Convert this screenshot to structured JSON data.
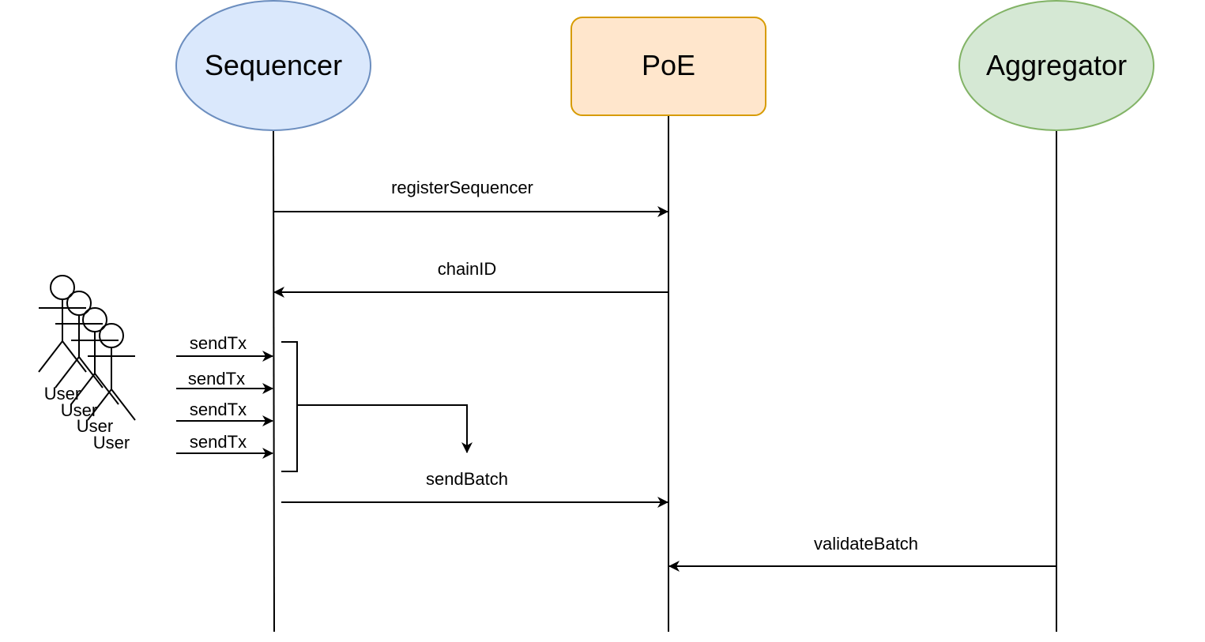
{
  "participants": {
    "sequencer": {
      "label": "Sequencer",
      "fill": "#dae8fc",
      "stroke": "#6c8ebf"
    },
    "poe": {
      "label": "PoE",
      "fill": "#ffe6cc",
      "stroke": "#d79b00"
    },
    "aggregator": {
      "label": "Aggregator",
      "fill": "#d5e8d4",
      "stroke": "#82b366"
    }
  },
  "users": [
    "User",
    "User",
    "User",
    "User"
  ],
  "messages": {
    "register_sequencer": "registerSequencer",
    "chain_id": "chainID",
    "send_tx": [
      "sendTx",
      "sendTx",
      "sendTx",
      "sendTx"
    ],
    "send_batch": "sendBatch",
    "validate_batch": "validateBatch"
  }
}
